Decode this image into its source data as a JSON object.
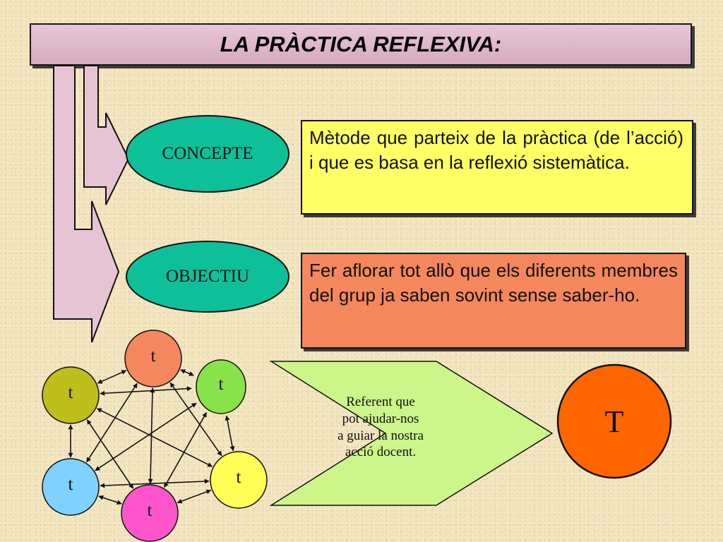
{
  "title": "LA PRÀCTICA REFLEXIVA:",
  "concept": {
    "label": "CONCEPTE",
    "description": "Mètode que parteix de la pràctica (de l’acció) i que es basa en la reflexió sistemàtica."
  },
  "objective": {
    "label": "OBJECTIU",
    "description": "Fer aflorar tot allò que els diferents membres del grup ja saben sovint sense saber-ho."
  },
  "network": {
    "nodes": [
      {
        "label": "t",
        "color": "#f4875e"
      },
      {
        "label": "t",
        "color": "#88e24a"
      },
      {
        "label": "t",
        "color": "#ffff55"
      },
      {
        "label": "t",
        "color": "#ff55cc"
      },
      {
        "label": "t",
        "color": "#7fd1ff"
      },
      {
        "label": "t",
        "color": "#bebe1c"
      }
    ]
  },
  "referent": {
    "line1": "Referent que",
    "line2": "pot ajudar-nos",
    "line3": "a guiar la nostra",
    "line4": "acció docent."
  },
  "target": {
    "label": "T",
    "color": "#ff6600"
  },
  "colors": {
    "title_bar": "#dcb3c6",
    "ellipse": "#0ec09a",
    "concept_box": "#ffff66",
    "objective_box": "#f5875c",
    "referent_arrow": "#ccf58a",
    "bracket_arrow": "#e7c4d4"
  }
}
